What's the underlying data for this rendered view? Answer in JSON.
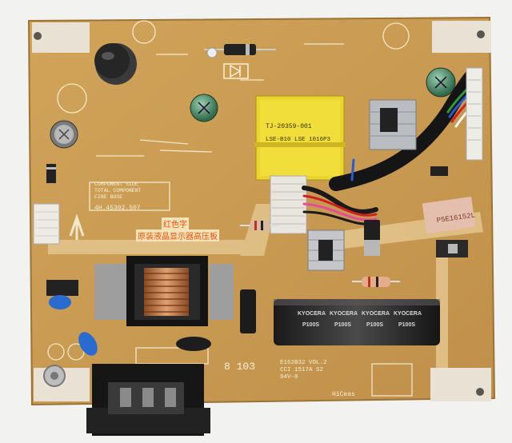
{
  "board": {
    "transformer_label_line1": "TJ-20359-001",
    "transformer_label_line2": "LSE-B10  LSE 1016P3",
    "model_code": "4H.45302.507",
    "component_side_line1": "COMPONENT SIDE",
    "component_side_line2": "TOTAL COMPONENT",
    "component_side_line3": "FINE BOSE",
    "board_code": "E162B32 VOL.2",
    "board_code_line2": "CCI 1517A S2",
    "board_code_line3": "94V-0",
    "logo_text": "HiCeas",
    "side_code": "P5E16152L",
    "number_mark": "8 103"
  },
  "sticker": {
    "line1": "红色字",
    "line2": "原装液晶显示器高压板"
  },
  "capacitor": {
    "brand": "KYOCERA",
    "rating": "P100S"
  },
  "colors": {
    "pcb": "#c99a4e",
    "pcb_dark": "#b6853b",
    "silk": "#f7f0d6",
    "sticker_text": "#e8530e",
    "transformer_tape": "#e8d52a",
    "cap_blue": "#2a6bd0",
    "heatsink": "#b9bcc0"
  }
}
